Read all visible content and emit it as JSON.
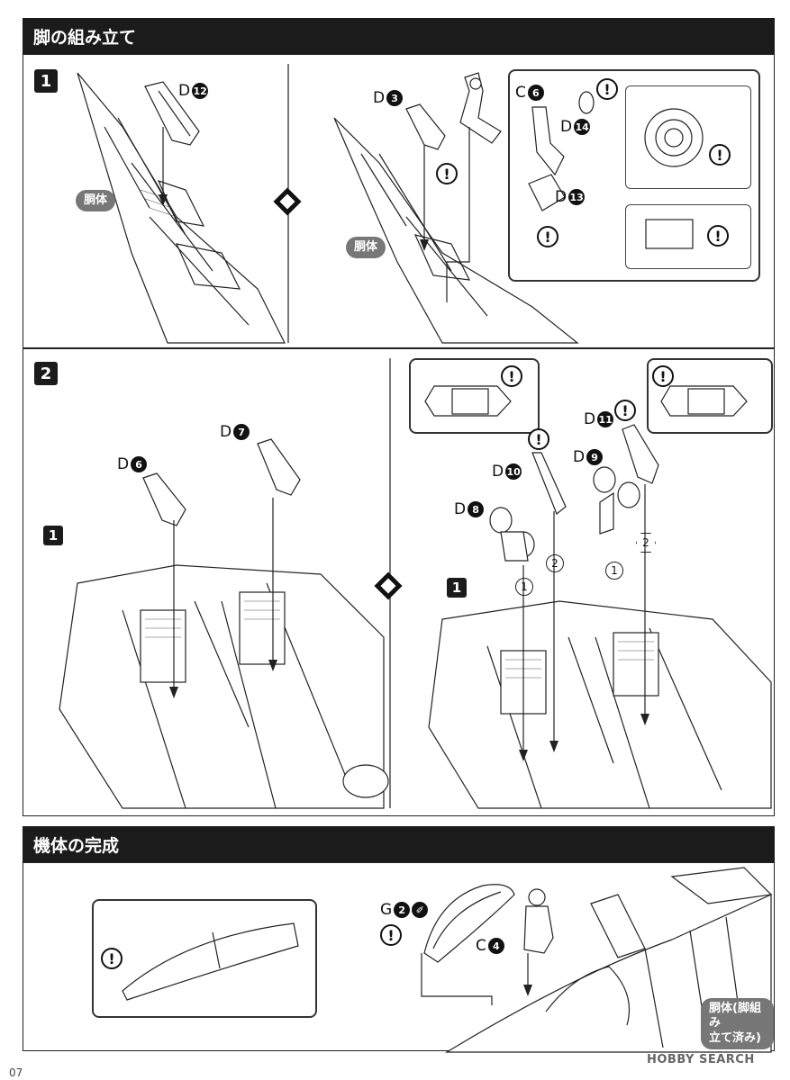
{
  "sections": {
    "legs_title": "脚の組み立て",
    "complete_title": "機体の完成"
  },
  "steps": {
    "step1": "1",
    "step2": "2",
    "step1_ref": "1"
  },
  "parts": {
    "d12": {
      "letter": "D",
      "num": "12"
    },
    "d3": {
      "letter": "D",
      "num": "3"
    },
    "c6": {
      "letter": "C",
      "num": "6"
    },
    "d14": {
      "letter": "D",
      "num": "14"
    },
    "d13": {
      "letter": "D",
      "num": "13"
    },
    "d6": {
      "letter": "D",
      "num": "6"
    },
    "d7": {
      "letter": "D",
      "num": "7"
    },
    "d11": {
      "letter": "D",
      "num": "11"
    },
    "d10": {
      "letter": "D",
      "num": "10"
    },
    "d9": {
      "letter": "D",
      "num": "9"
    },
    "d8": {
      "letter": "D",
      "num": "8"
    },
    "g2": {
      "letter": "G",
      "num": "2"
    },
    "c4": {
      "letter": "C",
      "num": "4"
    }
  },
  "tags": {
    "fuselage": "胴体",
    "fuselage_done_line1": "胴体(脚組み",
    "fuselage_done_line2": "立て済み)"
  },
  "markers": {
    "warn": "!",
    "circ1": "1",
    "circ2": "2",
    "hex2": "2"
  },
  "page_number": "07",
  "watermark": "HOBBY SEARCH"
}
